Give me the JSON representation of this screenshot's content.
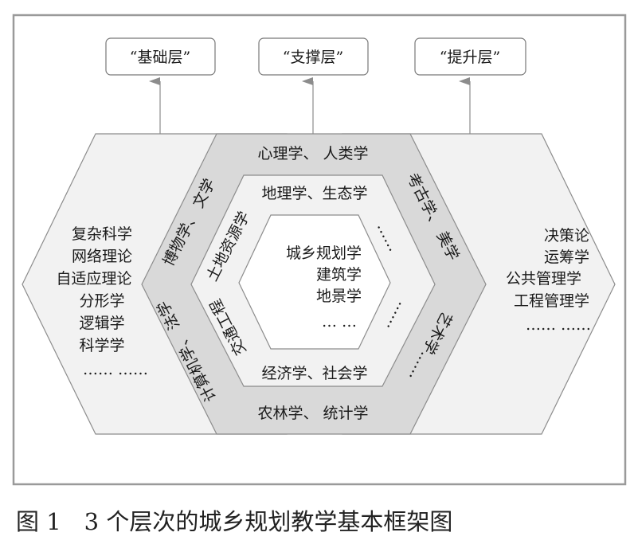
{
  "layers": [
    {
      "label": "“基础层”"
    },
    {
      "label": "“支撑层”"
    },
    {
      "label": "“提升层”"
    }
  ],
  "left_panel": [
    "复杂科学",
    "网络理论",
    "自适应理论",
    "分形学",
    "逻辑学",
    "科学学",
    "…… ……"
  ],
  "right_panel": [
    "决策论",
    "运筹学",
    "公共管理学",
    "工程管理学",
    "…… ……"
  ],
  "outer_ring": {
    "top": "心理学、 人类学",
    "bottom": "农林学、 统计学",
    "upper_left": "博物学、 文学",
    "lower_left": "计算机学、 法学",
    "upper_right": "考古学、 美学",
    "lower_right": "艺术学……"
  },
  "inner_ring": {
    "top": "地理学、生态学",
    "bottom": "经济学、社会学",
    "upper_left": "土地资源学",
    "lower_left": "交通工程",
    "upper_right": "……",
    "lower_right": "……"
  },
  "core": [
    "城乡规划学",
    "建筑学",
    "地景学",
    "…  …"
  ],
  "caption": "图 1　3 个层次的城乡规划教学基本框架图",
  "colors": {
    "frame": "#9a9a9a",
    "outer_ring": "#d9d9d9",
    "light": "#f2f2f2",
    "arrow": "#8c8c8c"
  }
}
